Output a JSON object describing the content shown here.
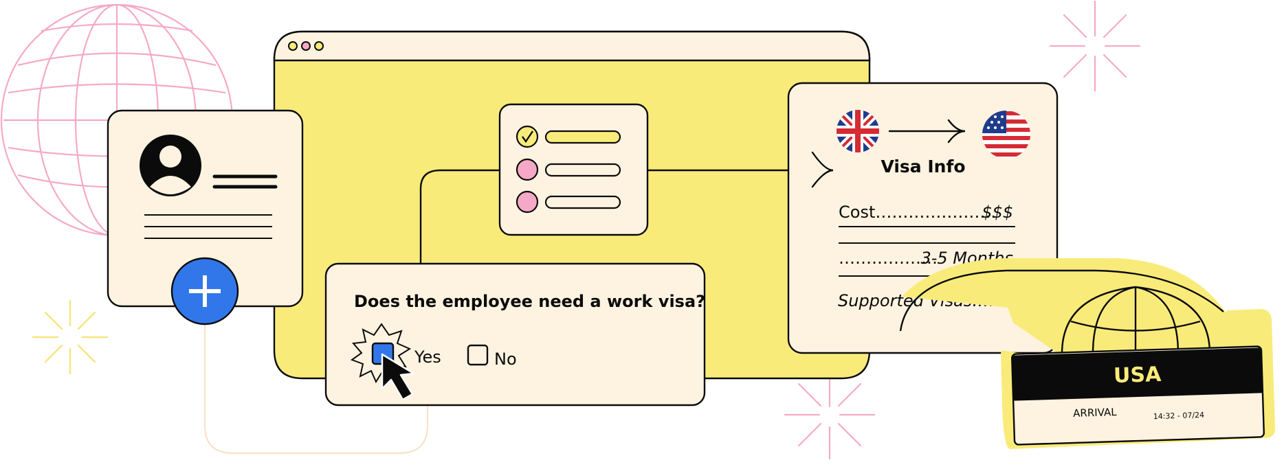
{
  "colors": {
    "cream": "#FDF3E0",
    "yellow": "#F9EB7A",
    "ink": "#0B0B0B",
    "pink": "#F6A9C6",
    "blue": "#3177EA",
    "peach_line": "#F8E3C7"
  },
  "question_card": {
    "question": "Does the employee need a work visa?",
    "options": [
      {
        "label": "Yes",
        "checked": true
      },
      {
        "label": "No",
        "checked": false
      }
    ]
  },
  "visa_card": {
    "title": "Visa Info",
    "rows": [
      {
        "label": "Cost",
        "dots": "………………….",
        "value": "$$$"
      },
      {
        "label": "",
        "dots": "………………",
        "value": "3-5 Months"
      },
      {
        "label": "Supported Visas",
        "dots": "…….",
        "value": ""
      }
    ],
    "from_flag": "uk-flag-icon",
    "to_flag": "us-flag-icon"
  },
  "ticket": {
    "country": "USA",
    "label": "ARRIVAL",
    "time": "14:32 - 07/24"
  },
  "icons": [
    "globe-icon",
    "avatar-icon",
    "plus-icon",
    "checkmark-icon",
    "cursor-icon",
    "sparkle-icon",
    "arrow-right-icon"
  ]
}
